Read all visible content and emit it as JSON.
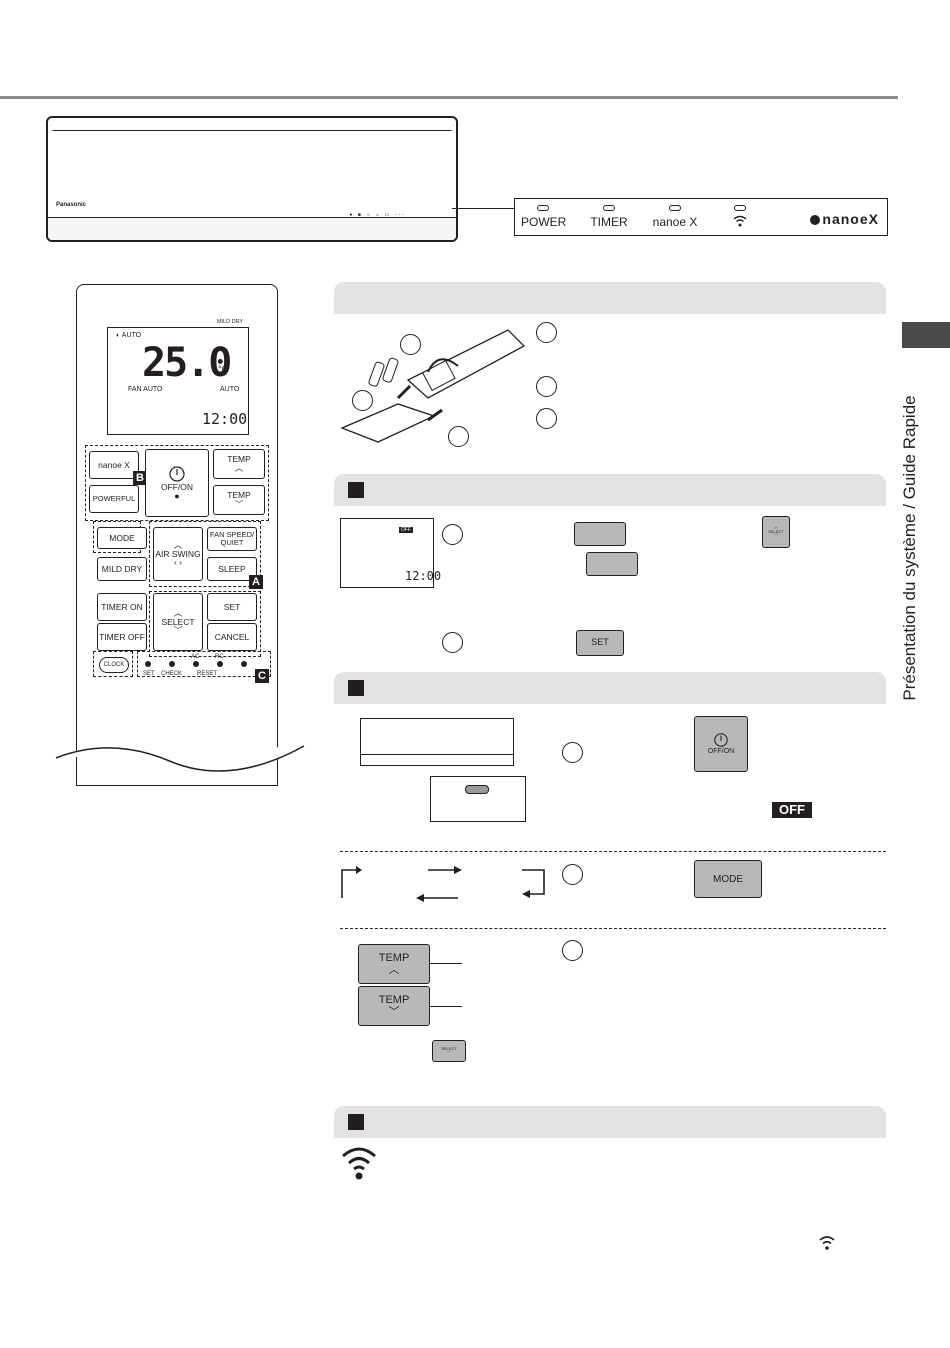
{
  "unit": {
    "brand": "Panasonic",
    "led_text": "● ■ ☼ ⌂ ▭ ◦◦◦"
  },
  "indicators": {
    "power": "POWER",
    "timer": "TIMER",
    "nanoe": "nanoe X",
    "nanoe_logo": "nanoeX"
  },
  "remote": {
    "mild_dry_top": "MILD DRY",
    "lcd": {
      "auto": "AUTO",
      "temp": "25.0",
      "unit": "°C",
      "fan_auto": "FAN AUTO",
      "auto2": "AUTO",
      "clock": "12:00"
    },
    "buttons": {
      "nanoe": "nanoe X",
      "powerful": "POWERFUL",
      "off_on": "OFF/ON",
      "temp_up": "TEMP",
      "temp_down": "TEMP",
      "mode": "MODE",
      "air_swing": "AIR SWING",
      "fan_speed": "FAN SPEED/ QUIET",
      "mild_dry": "MILD DRY",
      "sleep": "SLEEP",
      "timer_on": "TIMER ON",
      "timer_off": "TIMER OFF",
      "select": "SELECT",
      "set": "SET",
      "cancel": "CANCEL",
      "clock": "CLOCK"
    },
    "small_labels": {
      "set": "SET",
      "check": "CHECK",
      "reset": "RESET",
      "ac": "AC",
      "rc": "RC"
    },
    "tags": {
      "a": "A",
      "b": "B",
      "c": "C"
    }
  },
  "section2": {
    "lcd_tag": "OFF",
    "lcd_clock": "12:00",
    "select_label": "SELECT",
    "set_label": "SET"
  },
  "section3": {
    "off_on": "OFF/ON",
    "off_badge": "OFF",
    "mode": "MODE",
    "temp_up": "TEMP",
    "temp_down": "TEMP",
    "select_label": "SELECT"
  },
  "sidebar": {
    "text": "Présentation du système / Guide Rapide"
  }
}
